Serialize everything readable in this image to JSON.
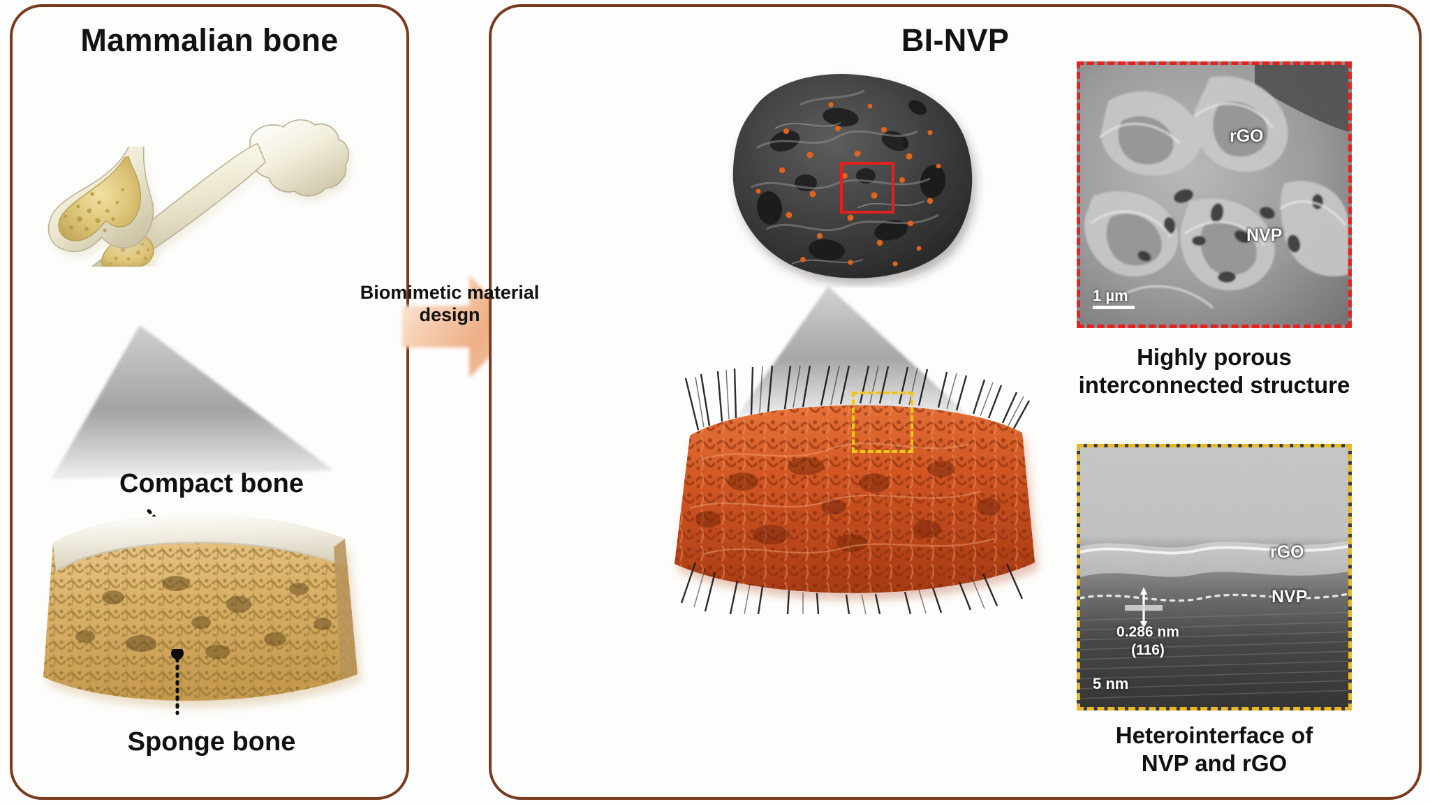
{
  "figure": {
    "type": "graphical-abstract",
    "accent_border": "#7a3a1e",
    "arrow_color": "#f0bb96",
    "sem_roi_color": "#e8201e",
    "tem_roi_color": "#e8b923"
  },
  "left_panel": {
    "title": "Mammalian bone",
    "labels": {
      "compact_bone": "Compact bone",
      "sponge_bone": "Sponge bone"
    },
    "illustrations": {
      "femur": "mammalian-femur-3d",
      "cross_section": "bone-cross-section-3d"
    }
  },
  "transition": {
    "arrow_label": "Biomimetic\nmaterial design",
    "arrow_icon": "right-arrow-icon"
  },
  "right_panel": {
    "title": "BI-NVP",
    "illustrations": {
      "porous_block": "bi-nvp-porous-block-3d",
      "cross_section": "bi-nvp-cross-section-3d"
    },
    "sem": {
      "caption": "Highly porous\ninterconnected structure",
      "border_style": "red-dashed",
      "tags": [
        "rGO",
        "NVP"
      ],
      "scale_bar": "1 µm"
    },
    "tem": {
      "caption": "Heterointerface of\nNVP and rGO",
      "border_style": "yellow-dashed",
      "tags": [
        "rGO",
        "NVP"
      ],
      "lattice": {
        "spacing": "0.286 nm",
        "plane": "(116)"
      },
      "scale_bar": "5 nm"
    }
  }
}
